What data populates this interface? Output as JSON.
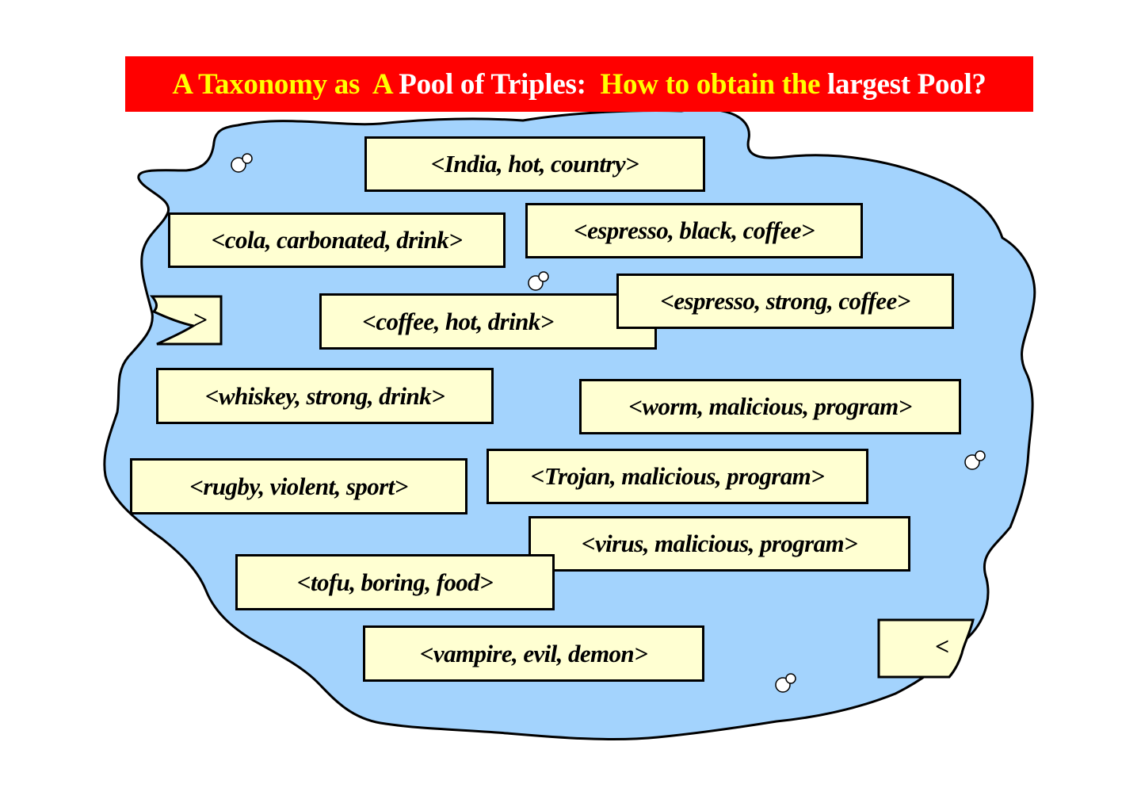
{
  "title": {
    "segments": [
      {
        "text": "A Taxonomy as  A ",
        "color": "yellow"
      },
      {
        "text": "Pool of Triples:",
        "color": "white"
      },
      {
        "text": "  How to obtain the ",
        "color": "yellow"
      },
      {
        "text": "largest Pool?",
        "color": "white"
      }
    ]
  },
  "colors": {
    "banner": "#ff0000",
    "pool": "#a3d3fd",
    "box": "#ffffd2",
    "title_primary": "#ffff00",
    "title_secondary": "#ffffff"
  },
  "triples": [
    "<India, hot, country>",
    "<cola, carbonated, drink>",
    "<espresso, black, coffee>",
    "<espresso, strong, coffee>",
    "<coffee, hot, drink>",
    "<whiskey, strong, drink>",
    "<worm, malicious, program>",
    "<rugby, violent, sport>",
    "<Trojan, malicious, program>",
    "<virus, malicious, program>",
    "<tofu, boring, food>",
    "<vampire, evil, demon>"
  ],
  "fragments": {
    "left": ">",
    "right": "<"
  },
  "icons": [
    "bubble-icon",
    "bubble-icon",
    "bubble-icon",
    "bubble-icon"
  ]
}
